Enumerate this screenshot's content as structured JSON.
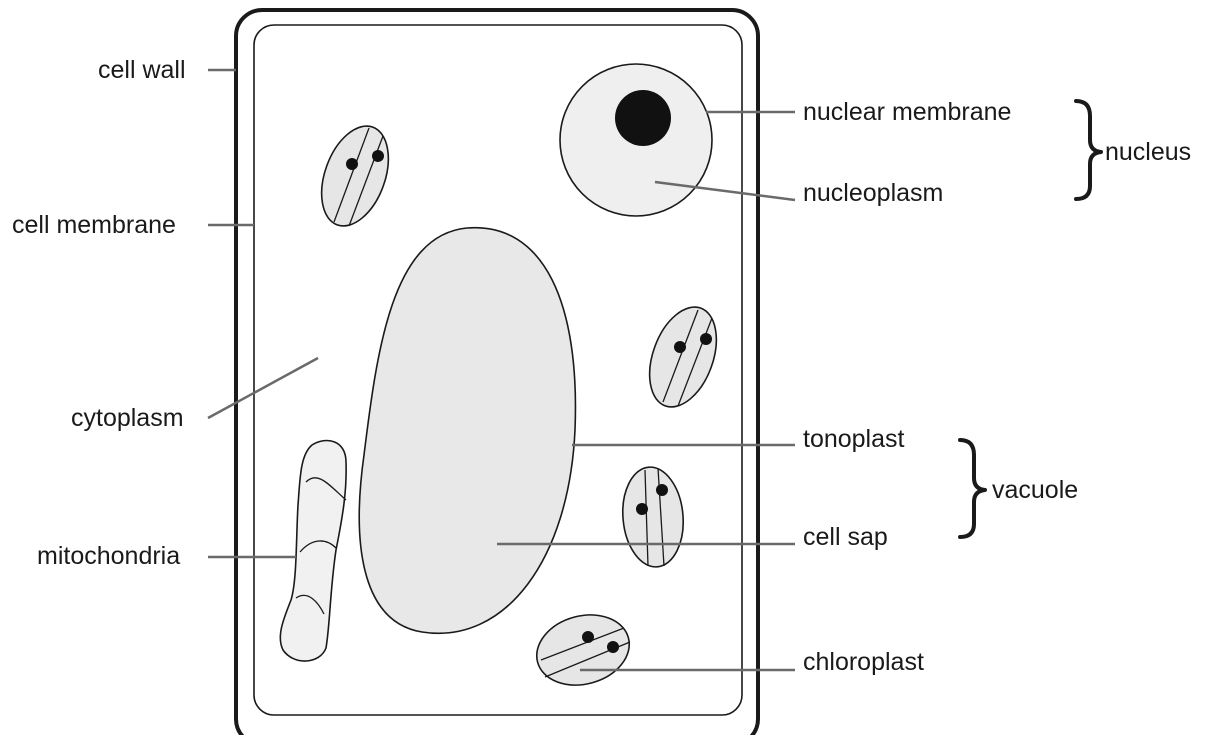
{
  "labels": {
    "cell_wall": "cell wall",
    "cell_membrane": "cell membrane",
    "cytoplasm": "cytoplasm",
    "mitochondria": "mitochondria",
    "nuclear_membrane": "nuclear membrane",
    "nucleoplasm": "nucleoplasm",
    "nucleus": "nucleus",
    "tonoplast": "tonoplast",
    "cell_sap": "cell sap",
    "vacuole": "vacuole",
    "chloroplast": "chloroplast"
  },
  "colors": {
    "organelle_fill": "#e6e6e6",
    "nucleus_fill": "#efefef",
    "vacuole_fill": "#e8e8e8",
    "outline": "#1a1a1a",
    "leader_line": "#6a6a6a"
  }
}
